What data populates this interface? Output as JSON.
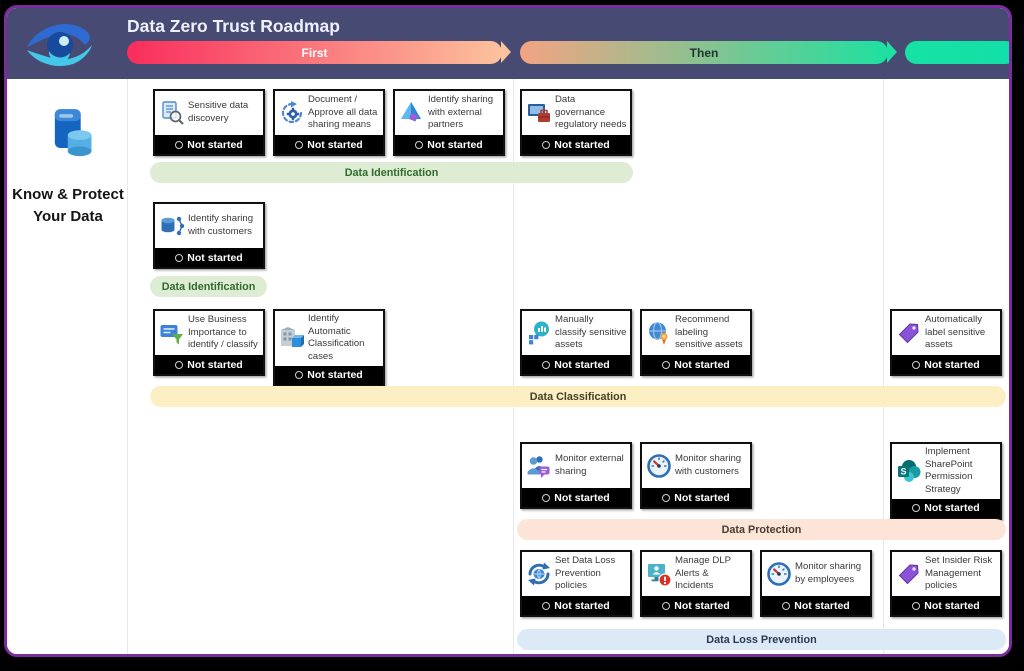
{
  "app": {
    "title": "Data Zero Trust Roadmap"
  },
  "header": {
    "phases": [
      {
        "label": "First"
      },
      {
        "label": "Then"
      },
      {
        "label": ""
      }
    ]
  },
  "sidebar": {
    "icon": "device-database-icon",
    "category_label": "Know & Protect Your Data"
  },
  "bands": {
    "identification_row1": "Data Identification",
    "identification_row2": "Data Identification",
    "classification": "Data Classification",
    "protection": "Data Protection",
    "loss_prevention": "Data Loss Prevention"
  },
  "cards": [
    {
      "title": "Sensitive data discovery",
      "status": "Not started",
      "icon": "checklist-magnifier-icon"
    },
    {
      "title": "Document / Approve all data sharing means",
      "status": "Not started",
      "icon": "sync-gear-icon"
    },
    {
      "title": "Identify sharing with external partners",
      "status": "Not started",
      "icon": "prism-icon"
    },
    {
      "title": "Data governance regulatory needs",
      "status": "Not started",
      "icon": "monitor-briefcase-icon"
    },
    {
      "title": "Identify sharing with customers",
      "status": "Not started",
      "icon": "database-share-icon"
    },
    {
      "title": "Use Business Importance to identify / classify",
      "status": "Not started",
      "icon": "card-funnel-icon"
    },
    {
      "title": "Identify Automatic Classification cases",
      "status": "Not started",
      "icon": "building-cube-icon"
    },
    {
      "title": "Manually classify sensitive assets",
      "status": "Not started",
      "icon": "chart-bubble-icon"
    },
    {
      "title": "Recommend labeling sensitive assets",
      "status": "Not started",
      "icon": "globe-ribbon-icon"
    },
    {
      "title": "Automatically label sensitive assets",
      "status": "Not started",
      "icon": "purple-tag-icon"
    },
    {
      "title": "Monitor external sharing",
      "status": "Not started",
      "icon": "people-chat-icon"
    },
    {
      "title": "Monitor sharing with customers",
      "status": "Not started",
      "icon": "gauge-icon"
    },
    {
      "title": "Implement SharePoint Permission Strategy",
      "status": "Not started",
      "icon": "sharepoint-icon"
    },
    {
      "title": "Set Data Loss Prevention policies",
      "status": "Not started",
      "icon": "sync-sphere-icon"
    },
    {
      "title": "Manage DLP Alerts & Incidents",
      "status": "Not started",
      "icon": "monitor-alert-icon"
    },
    {
      "title": "Monitor sharing by employees",
      "status": "Not started",
      "icon": "gauge-icon"
    },
    {
      "title": "Set Insider Risk Management policies",
      "status": "Not started",
      "icon": "purple-tag-icon"
    }
  ],
  "colors": {
    "header_bg": "#474a72",
    "frame_border": "#7b2d9b",
    "phase_first_start": "#f92d5c",
    "phase_first_end": "#fcc29d",
    "phase_then_start": "#f3a482",
    "phase_then_end": "#1ee0a0",
    "phase_next": "#14e2a6",
    "band_identification": "#ddecd2",
    "band_classification": "#fdefc4",
    "band_protection": "#fce5d7",
    "band_loss_prevention": "#dce9f6",
    "card_footer": "#000000"
  }
}
